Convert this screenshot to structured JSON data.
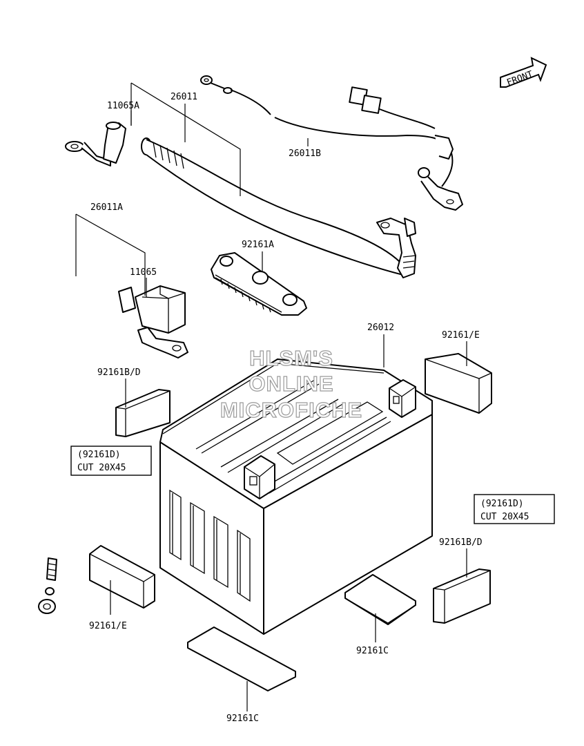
{
  "front_indicator": "FRONT",
  "watermark": [
    "HLSM'S",
    "ONLINE",
    "MICROFICHE"
  ],
  "parts": [
    {
      "id": "26011",
      "label": "26011"
    },
    {
      "id": "11065A",
      "label": "11065A"
    },
    {
      "id": "26011B",
      "label": "26011B"
    },
    {
      "id": "26011A",
      "label": "26011A"
    },
    {
      "id": "92161A",
      "label": "92161A"
    },
    {
      "id": "11065",
      "label": "11065"
    },
    {
      "id": "26012",
      "label": "26012"
    },
    {
      "id": "92161E_top",
      "label": "92161/E"
    },
    {
      "id": "92161BD_left",
      "label": "92161B/D"
    },
    {
      "id": "92161BD_right",
      "label": "92161B/D"
    },
    {
      "id": "92161E_bottom",
      "label": "92161/E"
    },
    {
      "id": "92161C_mid",
      "label": "92161C"
    },
    {
      "id": "92161C_bottom",
      "label": "92161C"
    }
  ],
  "notes": [
    {
      "line1": "(92161D)",
      "line2": "CUT  20X45"
    },
    {
      "line1": "(92161D)",
      "line2": "CUT  20X45"
    }
  ]
}
